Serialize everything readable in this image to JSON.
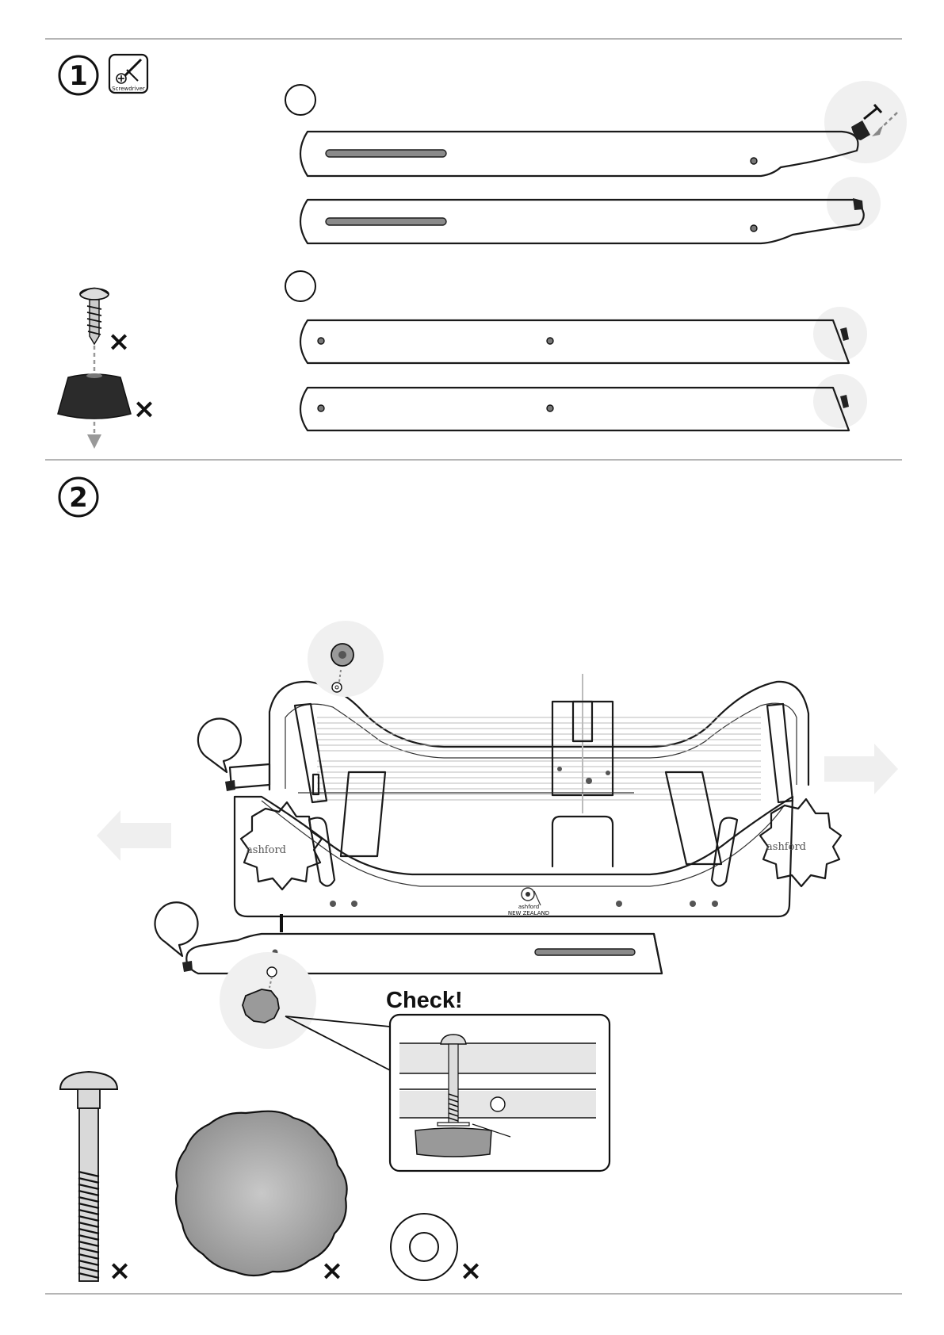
{
  "steps": [
    {
      "number": "1",
      "tool_label": "Screwdriver",
      "tool_icon": "phillips-screwdriver-icon"
    },
    {
      "number": "2"
    }
  ],
  "parts": {
    "screw": {
      "count": "×",
      "icon": "screw-icon"
    },
    "rubber_foot": {
      "count": "×",
      "icon": "rubber-foot-icon"
    },
    "carriage_bolt": {
      "count": "×",
      "icon": "carriage-bolt-icon"
    },
    "knob": {
      "count": "×",
      "icon": "star-knob-icon"
    },
    "washer": {
      "count": "×",
      "icon": "washer-icon"
    }
  },
  "loom": {
    "brand_left": "ashford",
    "brand_right": "ashford",
    "badge_brand": "ashford",
    "badge_country": "NEW ZEALAND"
  },
  "check_label": "Check!",
  "colors": {
    "ink": "#1a1a1a",
    "part_grey": "#8a8a8a",
    "highlight": "#f0f0f0",
    "rule": "#b5b5b5"
  }
}
